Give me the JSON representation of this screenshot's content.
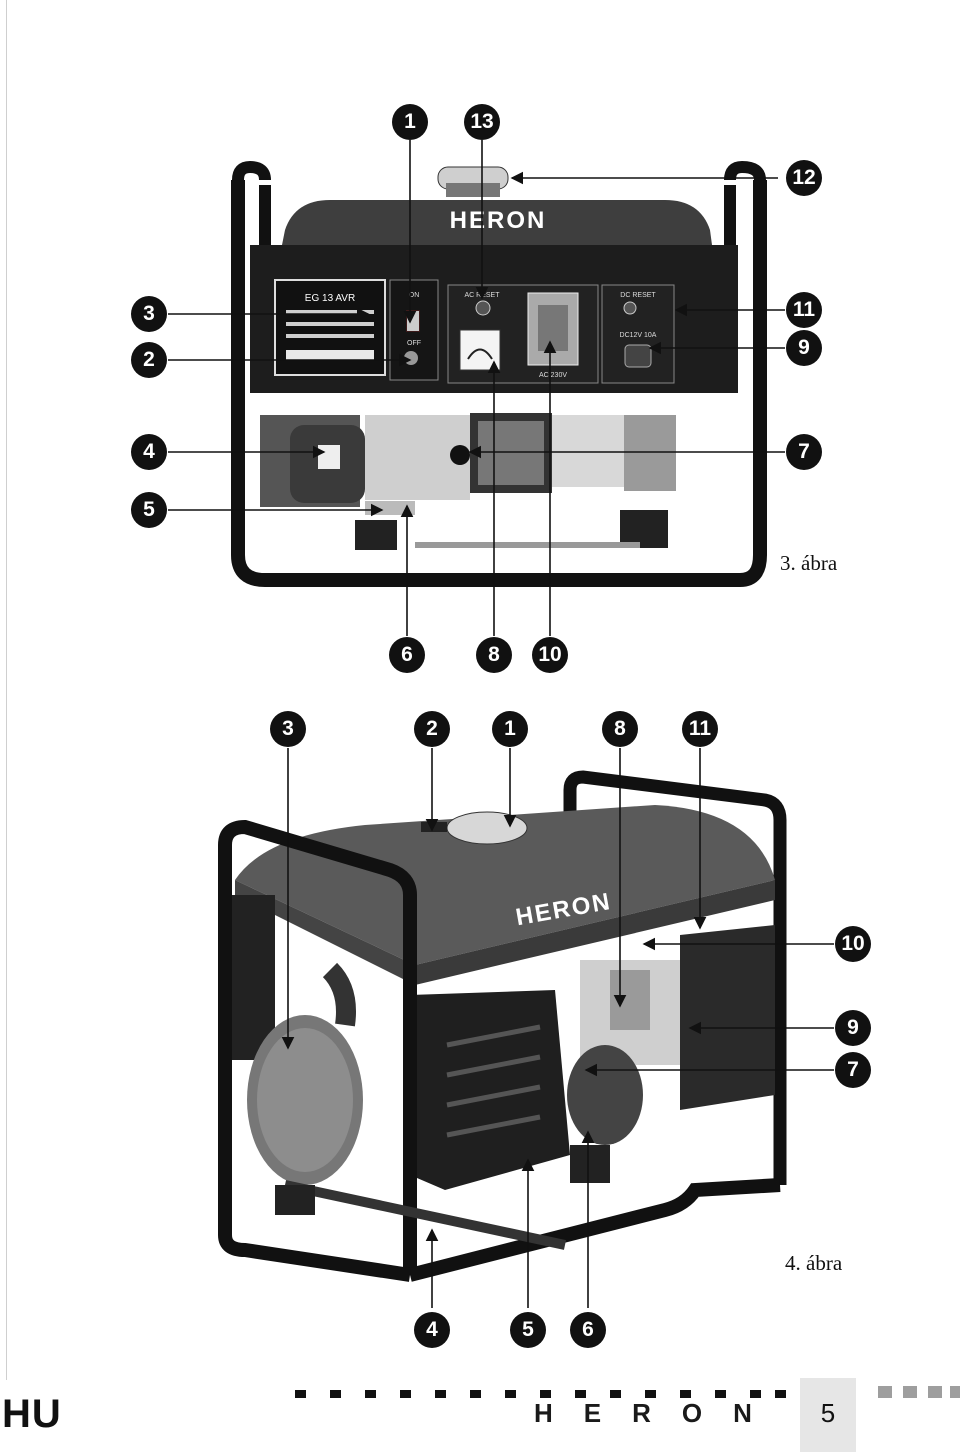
{
  "figure3": {
    "caption": "3. ábra",
    "callouts": [
      "1",
      "13",
      "12",
      "3",
      "11",
      "2",
      "9",
      "4",
      "7",
      "5",
      "6",
      "8",
      "10"
    ]
  },
  "figure4": {
    "caption": "4. ábra",
    "callouts": [
      "3",
      "2",
      "1",
      "8",
      "11",
      "10",
      "9",
      "7",
      "4",
      "5",
      "6"
    ]
  },
  "machine_text": {
    "brand": "HERON",
    "panel": [
      "AC RESET",
      "DC RESET",
      "ON",
      "OFF",
      "AC 230V",
      "DC12V 10A",
      "EG 13 AVR"
    ]
  },
  "footer": {
    "lang": "HU",
    "brand": "HERON",
    "page": "5"
  }
}
